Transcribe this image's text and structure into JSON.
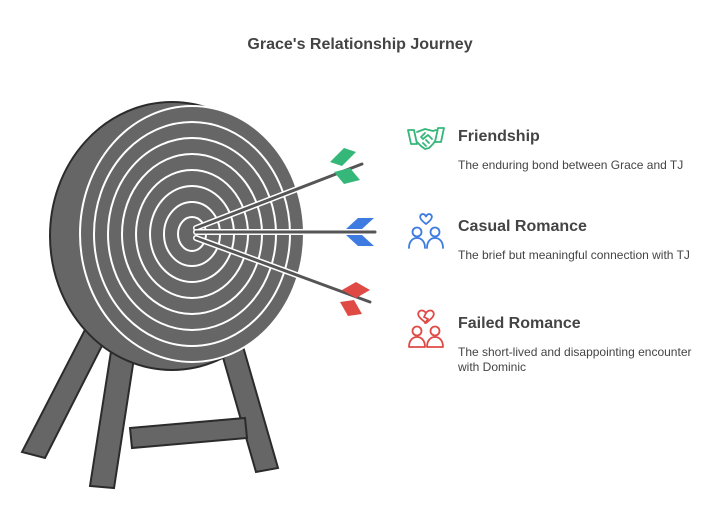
{
  "title": "Grace's Relationship Journey",
  "colors": {
    "target": "#666666",
    "outline": "#2b2b2b",
    "stand": "#666666",
    "green": "#35b779",
    "blue": "#3d7be0",
    "red": "#e04a45"
  },
  "items": [
    {
      "heading": "Friendship",
      "description": "The enduring bond between Grace and TJ",
      "icon": "handshake-icon",
      "color": "#35b779"
    },
    {
      "heading": "Casual Romance",
      "description": "The brief but meaningful connection with TJ",
      "icon": "couple-heart-icon",
      "color": "#3d7be0"
    },
    {
      "heading": "Failed Romance",
      "description": "The short-lived and disappointing encounter with Dominic",
      "icon": "broken-heart-couple-icon",
      "color": "#e04a45"
    }
  ]
}
